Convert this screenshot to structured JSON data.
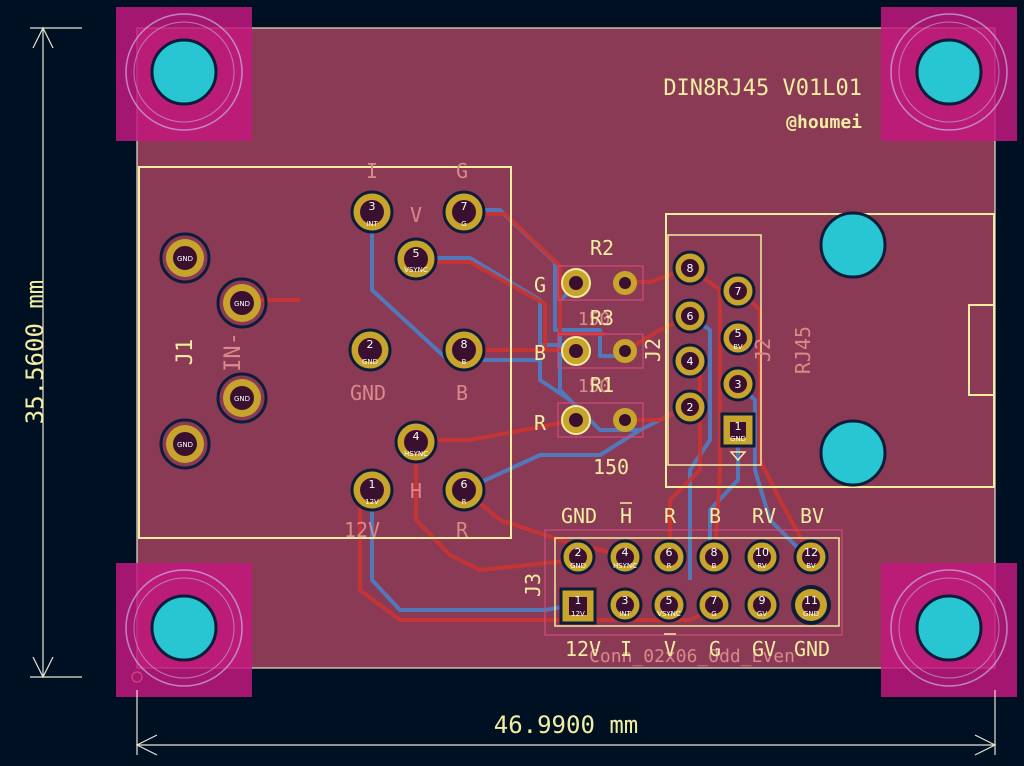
{
  "board": {
    "title": "DIN8RJ45  V01L01",
    "author": "@houmei",
    "width_label": "46.9900 mm",
    "height_label": "35.5600 mm"
  },
  "j1": {
    "ref": "J1",
    "value": "IN-",
    "gnd_pad_label": "GND",
    "pads": [
      {
        "num": "3",
        "name": "INT"
      },
      {
        "num": "7",
        "name": "G"
      },
      {
        "num": "5",
        "name": "VSYNC"
      },
      {
        "num": "2",
        "name": "GND"
      },
      {
        "num": "8",
        "name": "B"
      },
      {
        "num": "4",
        "name": "HSYNC"
      },
      {
        "num": "1",
        "name": "12V"
      },
      {
        "num": "6",
        "name": "R"
      }
    ],
    "back_labels": {
      "i": "I",
      "g": "G",
      "v": "V",
      "gnd": "GND",
      "b": "B",
      "h": "H",
      "r": "R",
      "v12": "12V"
    }
  },
  "resistors": [
    {
      "ref": "R2",
      "value": "150",
      "signal": "G"
    },
    {
      "ref": "R3",
      "value": "150",
      "signal": "B"
    },
    {
      "ref": "R1",
      "value": "150",
      "signal": "R"
    }
  ],
  "j2": {
    "ref": "J2",
    "value": "RJ45",
    "pads_left": [
      {
        "num": "8",
        "name": ""
      },
      {
        "num": "6",
        "name": ""
      },
      {
        "num": "4",
        "name": ""
      },
      {
        "num": "2",
        "name": ""
      }
    ],
    "pads_right": [
      {
        "num": "7",
        "name": ""
      },
      {
        "num": "5",
        "name": "BV"
      },
      {
        "num": "3",
        "name": ""
      },
      {
        "num": "1",
        "name": "GND"
      }
    ]
  },
  "j3": {
    "ref": "J3",
    "value": "Conn_02x06_Odd_Even",
    "top_labels": [
      "GND",
      "H",
      "R",
      "B",
      "RV",
      "BV"
    ],
    "bottom_labels": [
      "12V",
      "I",
      "V",
      "G",
      "GV",
      "GND"
    ],
    "top_pads": [
      {
        "num": "2",
        "name": "GND"
      },
      {
        "num": "4",
        "name": "HSYNC"
      },
      {
        "num": "6",
        "name": "R"
      },
      {
        "num": "8",
        "name": "B"
      },
      {
        "num": "10",
        "name": "RV"
      },
      {
        "num": "12",
        "name": "BV"
      }
    ],
    "bottom_pads": [
      {
        "num": "1",
        "name": "12V"
      },
      {
        "num": "3",
        "name": "INT"
      },
      {
        "num": "5",
        "name": "VSYNC"
      },
      {
        "num": "7",
        "name": "G"
      },
      {
        "num": "9",
        "name": "GV"
      },
      {
        "num": "11",
        "name": "GND"
      }
    ]
  },
  "colors": {
    "background": "#001023",
    "board_fill": "#8a3a55",
    "silkscreen": "#f2eda1",
    "pad_gold": "#c8a42c",
    "mounting_pad": "#c2187e",
    "drill_cyan": "#27c6d2",
    "copper_front": "#c83434",
    "copper_back": "#4d7fc4"
  }
}
